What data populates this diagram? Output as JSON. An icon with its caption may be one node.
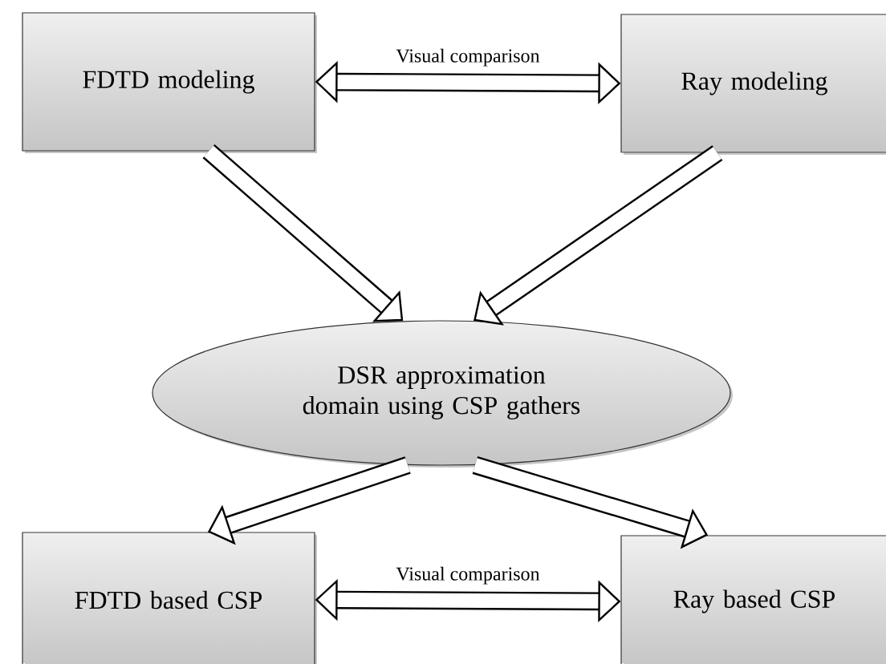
{
  "diagram": {
    "nodes": [
      {
        "text": [
          "FDTD modeling"
        ]
      },
      {
        "text": [
          "Ray modeling"
        ]
      },
      {
        "text": [
          "DSR approximation domain using CSP gathers"
        ]
      },
      {
        "text": [
          "FDTD based CSP"
        ]
      },
      {
        "text": [
          "Ray based CSP"
        ]
      }
    ],
    "edges": [
      {
        "from": 0,
        "to": 1,
        "arrow": "both",
        "label": "Visual comparison"
      },
      {
        "from": 0,
        "to": 2,
        "arrow": "to"
      },
      {
        "from": 1,
        "to": 2,
        "arrow": "to"
      },
      {
        "from": 2,
        "to": 3,
        "arrow": "to"
      },
      {
        "from": 2,
        "to": 4,
        "arrow": "to"
      },
      {
        "from": 3,
        "to": 4,
        "arrow": "both",
        "label": "Visual comparison"
      }
    ]
  }
}
